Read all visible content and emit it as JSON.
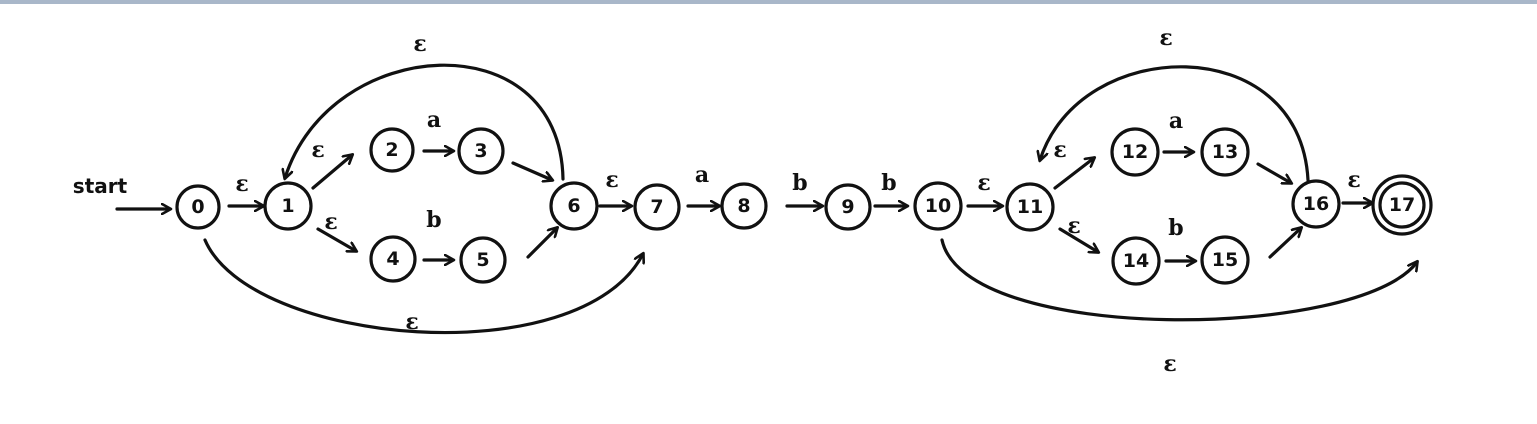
{
  "diagram": {
    "start_label": "start",
    "accept_state": "17",
    "states": [
      {
        "id": "0",
        "label": "0"
      },
      {
        "id": "1",
        "label": "1"
      },
      {
        "id": "2",
        "label": "2"
      },
      {
        "id": "3",
        "label": "3"
      },
      {
        "id": "4",
        "label": "4"
      },
      {
        "id": "5",
        "label": "5"
      },
      {
        "id": "6",
        "label": "6"
      },
      {
        "id": "7",
        "label": "7"
      },
      {
        "id": "8",
        "label": "8"
      },
      {
        "id": "9",
        "label": "9"
      },
      {
        "id": "10",
        "label": "10"
      },
      {
        "id": "11",
        "label": "11"
      },
      {
        "id": "12",
        "label": "12"
      },
      {
        "id": "13",
        "label": "13"
      },
      {
        "id": "14",
        "label": "14"
      },
      {
        "id": "15",
        "label": "15"
      },
      {
        "id": "16",
        "label": "16"
      },
      {
        "id": "17",
        "label": "17"
      }
    ],
    "transitions": [
      {
        "from": "0",
        "to": "1",
        "label": "ε"
      },
      {
        "from": "1",
        "to": "2",
        "label": "ε"
      },
      {
        "from": "1",
        "to": "4",
        "label": "ε"
      },
      {
        "from": "2",
        "to": "3",
        "label": "a"
      },
      {
        "from": "4",
        "to": "5",
        "label": "b"
      },
      {
        "from": "3",
        "to": "6",
        "label": ""
      },
      {
        "from": "5",
        "to": "6",
        "label": ""
      },
      {
        "from": "6",
        "to": "1",
        "label": "ε"
      },
      {
        "from": "0",
        "to": "7",
        "label": "ε"
      },
      {
        "from": "6",
        "to": "7",
        "label": "ε"
      },
      {
        "from": "7",
        "to": "8",
        "label": "a"
      },
      {
        "from": "8",
        "to": "9",
        "label": "b"
      },
      {
        "from": "9",
        "to": "10",
        "label": "b"
      },
      {
        "from": "10",
        "to": "11",
        "label": "ε"
      },
      {
        "from": "11",
        "to": "12",
        "label": "ε"
      },
      {
        "from": "11",
        "to": "14",
        "label": "ε"
      },
      {
        "from": "12",
        "to": "13",
        "label": "a"
      },
      {
        "from": "14",
        "to": "15",
        "label": "b"
      },
      {
        "from": "13",
        "to": "16",
        "label": ""
      },
      {
        "from": "15",
        "to": "16",
        "label": ""
      },
      {
        "from": "16",
        "to": "11",
        "label": "ε"
      },
      {
        "from": "10",
        "to": "17",
        "label": "ε"
      },
      {
        "from": "16",
        "to": "17",
        "label": "ε"
      }
    ]
  }
}
